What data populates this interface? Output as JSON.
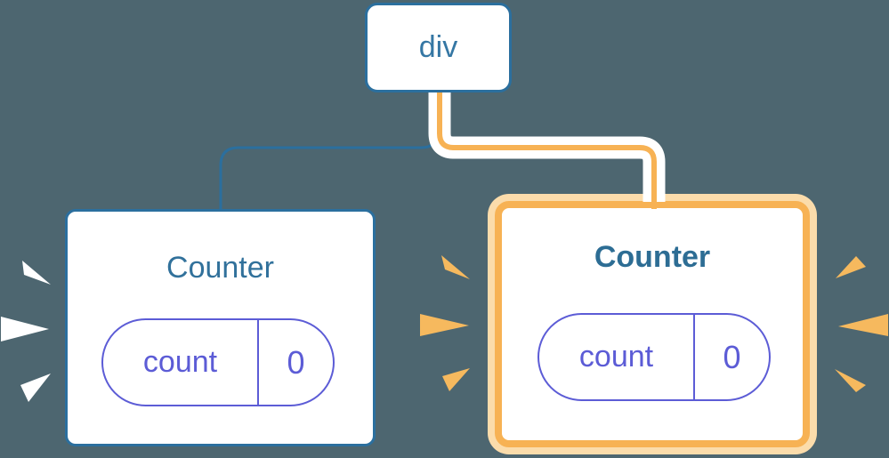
{
  "diagram": {
    "description": "React component tree: a div root with two Counter children; the second Counter is highlighted (state updated)",
    "root": {
      "label": "div"
    },
    "children": [
      {
        "title": "Counter",
        "state": {
          "key": "count",
          "value": "0"
        },
        "highlighted": false
      },
      {
        "title": "Counter",
        "state": {
          "key": "count",
          "value": "0"
        },
        "highlighted": true
      }
    ],
    "edges": [
      {
        "from": "div",
        "to": "counter-left",
        "style": "plain-blue"
      },
      {
        "from": "div",
        "to": "counter-right",
        "style": "highlighted-orange-pipe"
      }
    ],
    "icons": [
      {
        "name": "burst-icon",
        "position": "left-of-left-counter",
        "color": "#ffffff"
      },
      {
        "name": "burst-icon",
        "position": "left-of-right-counter",
        "color": "#f6b95e"
      },
      {
        "name": "burst-icon",
        "position": "right-of-right-counter",
        "color": "#f6b95e"
      }
    ],
    "colors": {
      "background": "#4d6670",
      "node_border_blue": "#2b6f9e",
      "node_text_blue": "#3577a4",
      "title_blue": "#31719b",
      "title_blue_bold": "#2d6d94",
      "pill_purple": "#5c5cd6",
      "highlight_orange": "#f7b254",
      "highlight_peach": "#fbdcab",
      "burst_white": "#ffffff",
      "burst_orange": "#f6b95e",
      "card_background": "#ffffff"
    }
  }
}
